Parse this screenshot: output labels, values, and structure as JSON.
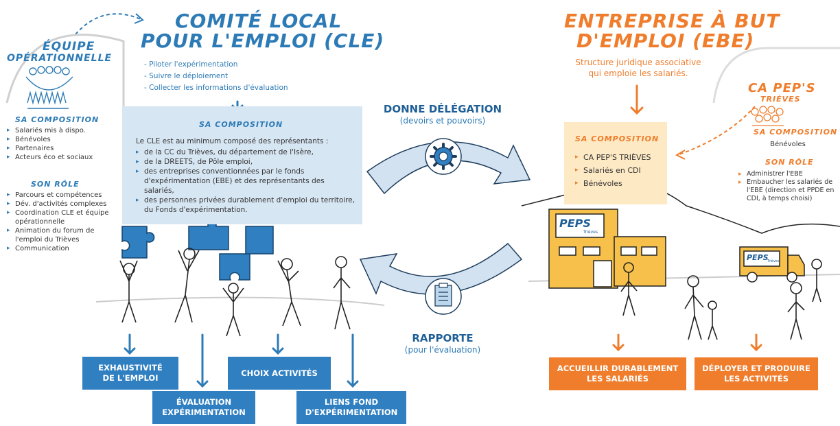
{
  "colors": {
    "blue": "#2d7bb6",
    "orange": "#ef7d2c",
    "light_blue": "#d7e6f3",
    "yellow": "#f6c04a"
  },
  "equipe": {
    "title_1": "ÉQUIPE",
    "title_2": "OPÉRATIONNELLE",
    "composition_title": "SA COMPOSITION",
    "composition": [
      "Salariés mis à dispo.",
      "Bénévoles",
      "Partenaires",
      "Acteurs éco et sociaux"
    ],
    "role_title": "SON RÔLE",
    "roles": [
      "Parcours et compétences",
      "Dév. d'activités complexes",
      "Coordination CLE et équipe opérationnelle",
      "Animation du forum de l'emploi du Trièves",
      "Communication"
    ]
  },
  "cle": {
    "title_1": "COMITÉ LOCAL",
    "title_2": "POUR L'EMPLOI (CLE)",
    "missions": [
      "- Piloter l'expérimentation",
      "- Suivre le déploiement",
      "- Collecter les informations d'évaluation"
    ],
    "composition_title": "SA COMPOSITION",
    "intro": "Le CLE est au minimum composé des représentants :",
    "members": [
      "de la CC du Trièves, du département de l'Isère,",
      "de la DREETS, de Pôle emploi,",
      "des entreprises conventionnées par le fonds d'expérimentation (EBE) et des représentants des salariés,",
      "des personnes privées durablement d'emploi du territoire, du Fonds d'expérimentation."
    ]
  },
  "center": {
    "delegation_title": "DONNE DÉLÉGATION",
    "delegation_sub": "(devoirs et pouvoirs)",
    "report_title": "RAPPORTE",
    "report_sub": "(pour l'évaluation)"
  },
  "ebe": {
    "title_1": "ENTREPRISE À BUT",
    "title_2": "D'EMPLOI (EBE)",
    "subtitle_1": "Structure juridique associative",
    "subtitle_2": "qui emploie les salariés.",
    "composition_title": "SA COMPOSITION",
    "composition": [
      "CA PEP'S TRIÈVES",
      "Salariés en CDI",
      "Bénévoles"
    ],
    "building_logo": "PEPS",
    "building_logo_sub": "Trièves",
    "truck_logo": "PEPS",
    "truck_logo_sub": "Trièves"
  },
  "ca": {
    "title_1": "CA PEP'S",
    "title_2": "TRIÈVES",
    "composition_title": "SA COMPOSITION",
    "composition": "Bénévoles",
    "role_title": "SON RÔLE",
    "roles": [
      "Administrer l'EBE",
      "Embaucher les salariés de l'EBE (direction et PPDE en CDI, à temps choisi)"
    ]
  },
  "outputs": {
    "exhaustivite": "EXHAUSTIVITÉ\nDE L'EMPLOI",
    "evaluation": "ÉVALUATION\nEXPÉRIMENTATION",
    "choix": "CHOIX ACTIVITÉS",
    "liens": "LIENS FOND\nD'EXPÉRIMENTATION",
    "accueillir": "ACCUEILLIR DURABLEMENT\nLES SALARIÉS",
    "deployer": "DÉPLOYER ET PRODUIRE\nLES ACTIVITÉS"
  }
}
